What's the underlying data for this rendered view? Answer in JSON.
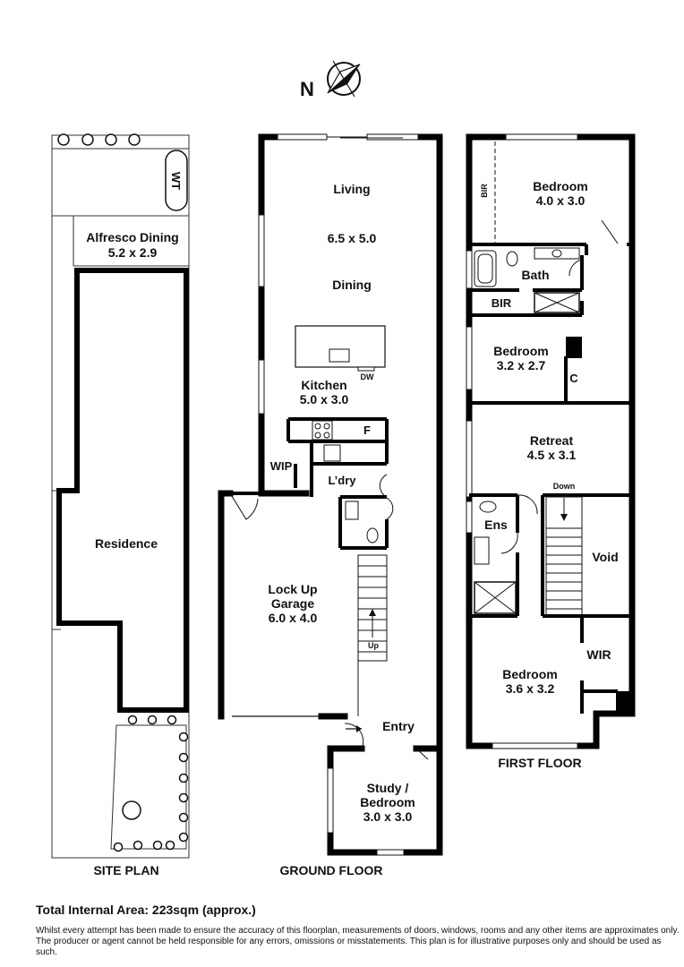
{
  "compass": {
    "north": "N"
  },
  "site_plan": {
    "alfresco_label": "Alfresco Dining",
    "alfresco_dim": "5.2 x 2.9",
    "residence_label": "Residence",
    "water_tank": "WT",
    "caption": "SITE PLAN"
  },
  "ground_floor": {
    "living": "Living",
    "living_dim": "6.5 x 5.0",
    "dining": "Dining",
    "dw": "DW",
    "kitchen": "Kitchen",
    "kitchen_dim": "5.0 x 3.0",
    "fridge": "F",
    "wip": "WIP",
    "laundry": "L’dry",
    "garage_line1": "Lock Up",
    "garage_line2": "Garage",
    "garage_dim": "6.0 x 4.0",
    "stairs_up": "Up",
    "entry": "Entry",
    "study_line1": "Study /",
    "study_line2": "Bedroom",
    "study_dim": "3.0 x 3.0",
    "caption": "GROUND FLOOR"
  },
  "first_floor": {
    "bedroom1": "Bedroom",
    "bedroom1_dim": "4.0 x 3.0",
    "bir_vertical": "BIR",
    "bath": "Bath",
    "bir": "BIR",
    "bedroom2": "Bedroom",
    "bedroom2_dim": "3.2 x 2.7",
    "cupboard": "C",
    "retreat": "Retreat",
    "retreat_dim": "4.5 x 3.1",
    "stairs_down": "Down",
    "ensuite": "Ens",
    "void": "Void",
    "wir": "WIR",
    "bedroom3": "Bedroom",
    "bedroom3_dim": "3.6 x 3.2",
    "caption": "FIRST FLOOR"
  },
  "footer": {
    "total_area": "Total Internal Area: 223sqm (approx.)",
    "disclaimer_line1": "Whilst every attempt has been made to ensure the accuracy of this floorplan, measurements of doors, windows, rooms and any other items are approximates only.",
    "disclaimer_line2": "The producer or agent cannot be held responsible for any errors, omissions or misstatements. This plan is for illustrative purposes only and should be used as such."
  }
}
